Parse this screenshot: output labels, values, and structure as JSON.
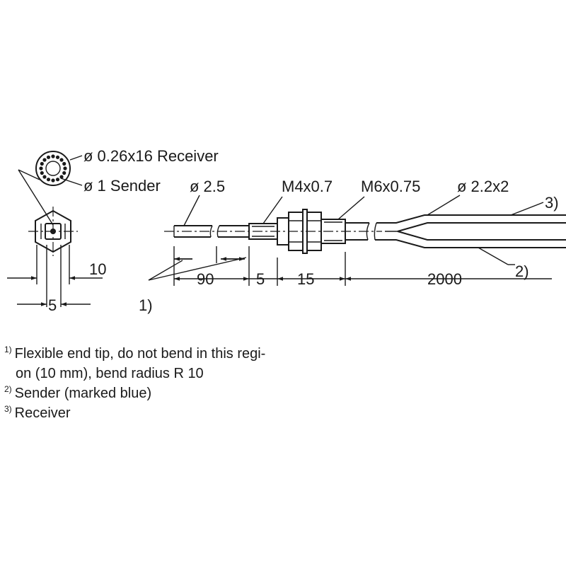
{
  "labels": {
    "receiver_core": "ø 0.26x16 Receiver",
    "sender_core": "ø 1 Sender",
    "tip_diameter": "ø 2.5",
    "thread_small": "M4x0.7",
    "thread_large": "M6x0.75",
    "cable_diameter": "ø 2.2x2",
    "callout_3": "3)",
    "callout_2": "2)",
    "callout_1": "1)"
  },
  "dimensions": {
    "hex_across_flats": "10",
    "hex_width": "5",
    "tip_length": "90",
    "sleeve_length": "5",
    "thread_length": "15",
    "cable_length": "2000"
  },
  "notes": [
    {
      "mark": "1)",
      "lines": [
        "Flexible end tip, do not bend in this regi-",
        "on (10 mm), bend radius R 10"
      ]
    },
    {
      "mark": "2)",
      "lines": [
        "Sender (marked blue)"
      ]
    },
    {
      "mark": "3)",
      "lines": [
        "Receiver"
      ]
    }
  ]
}
